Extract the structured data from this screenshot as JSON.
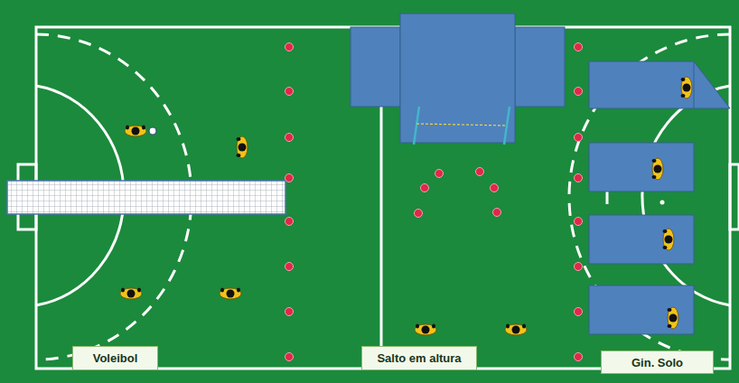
{
  "diagram": {
    "nodes": [
      {
        "text": [
          "Voleibol"
        ]
      },
      {
        "text": [
          "Salto em altura"
        ]
      },
      {
        "text": [
          "Gin. Solo"
        ]
      }
    ]
  }
}
